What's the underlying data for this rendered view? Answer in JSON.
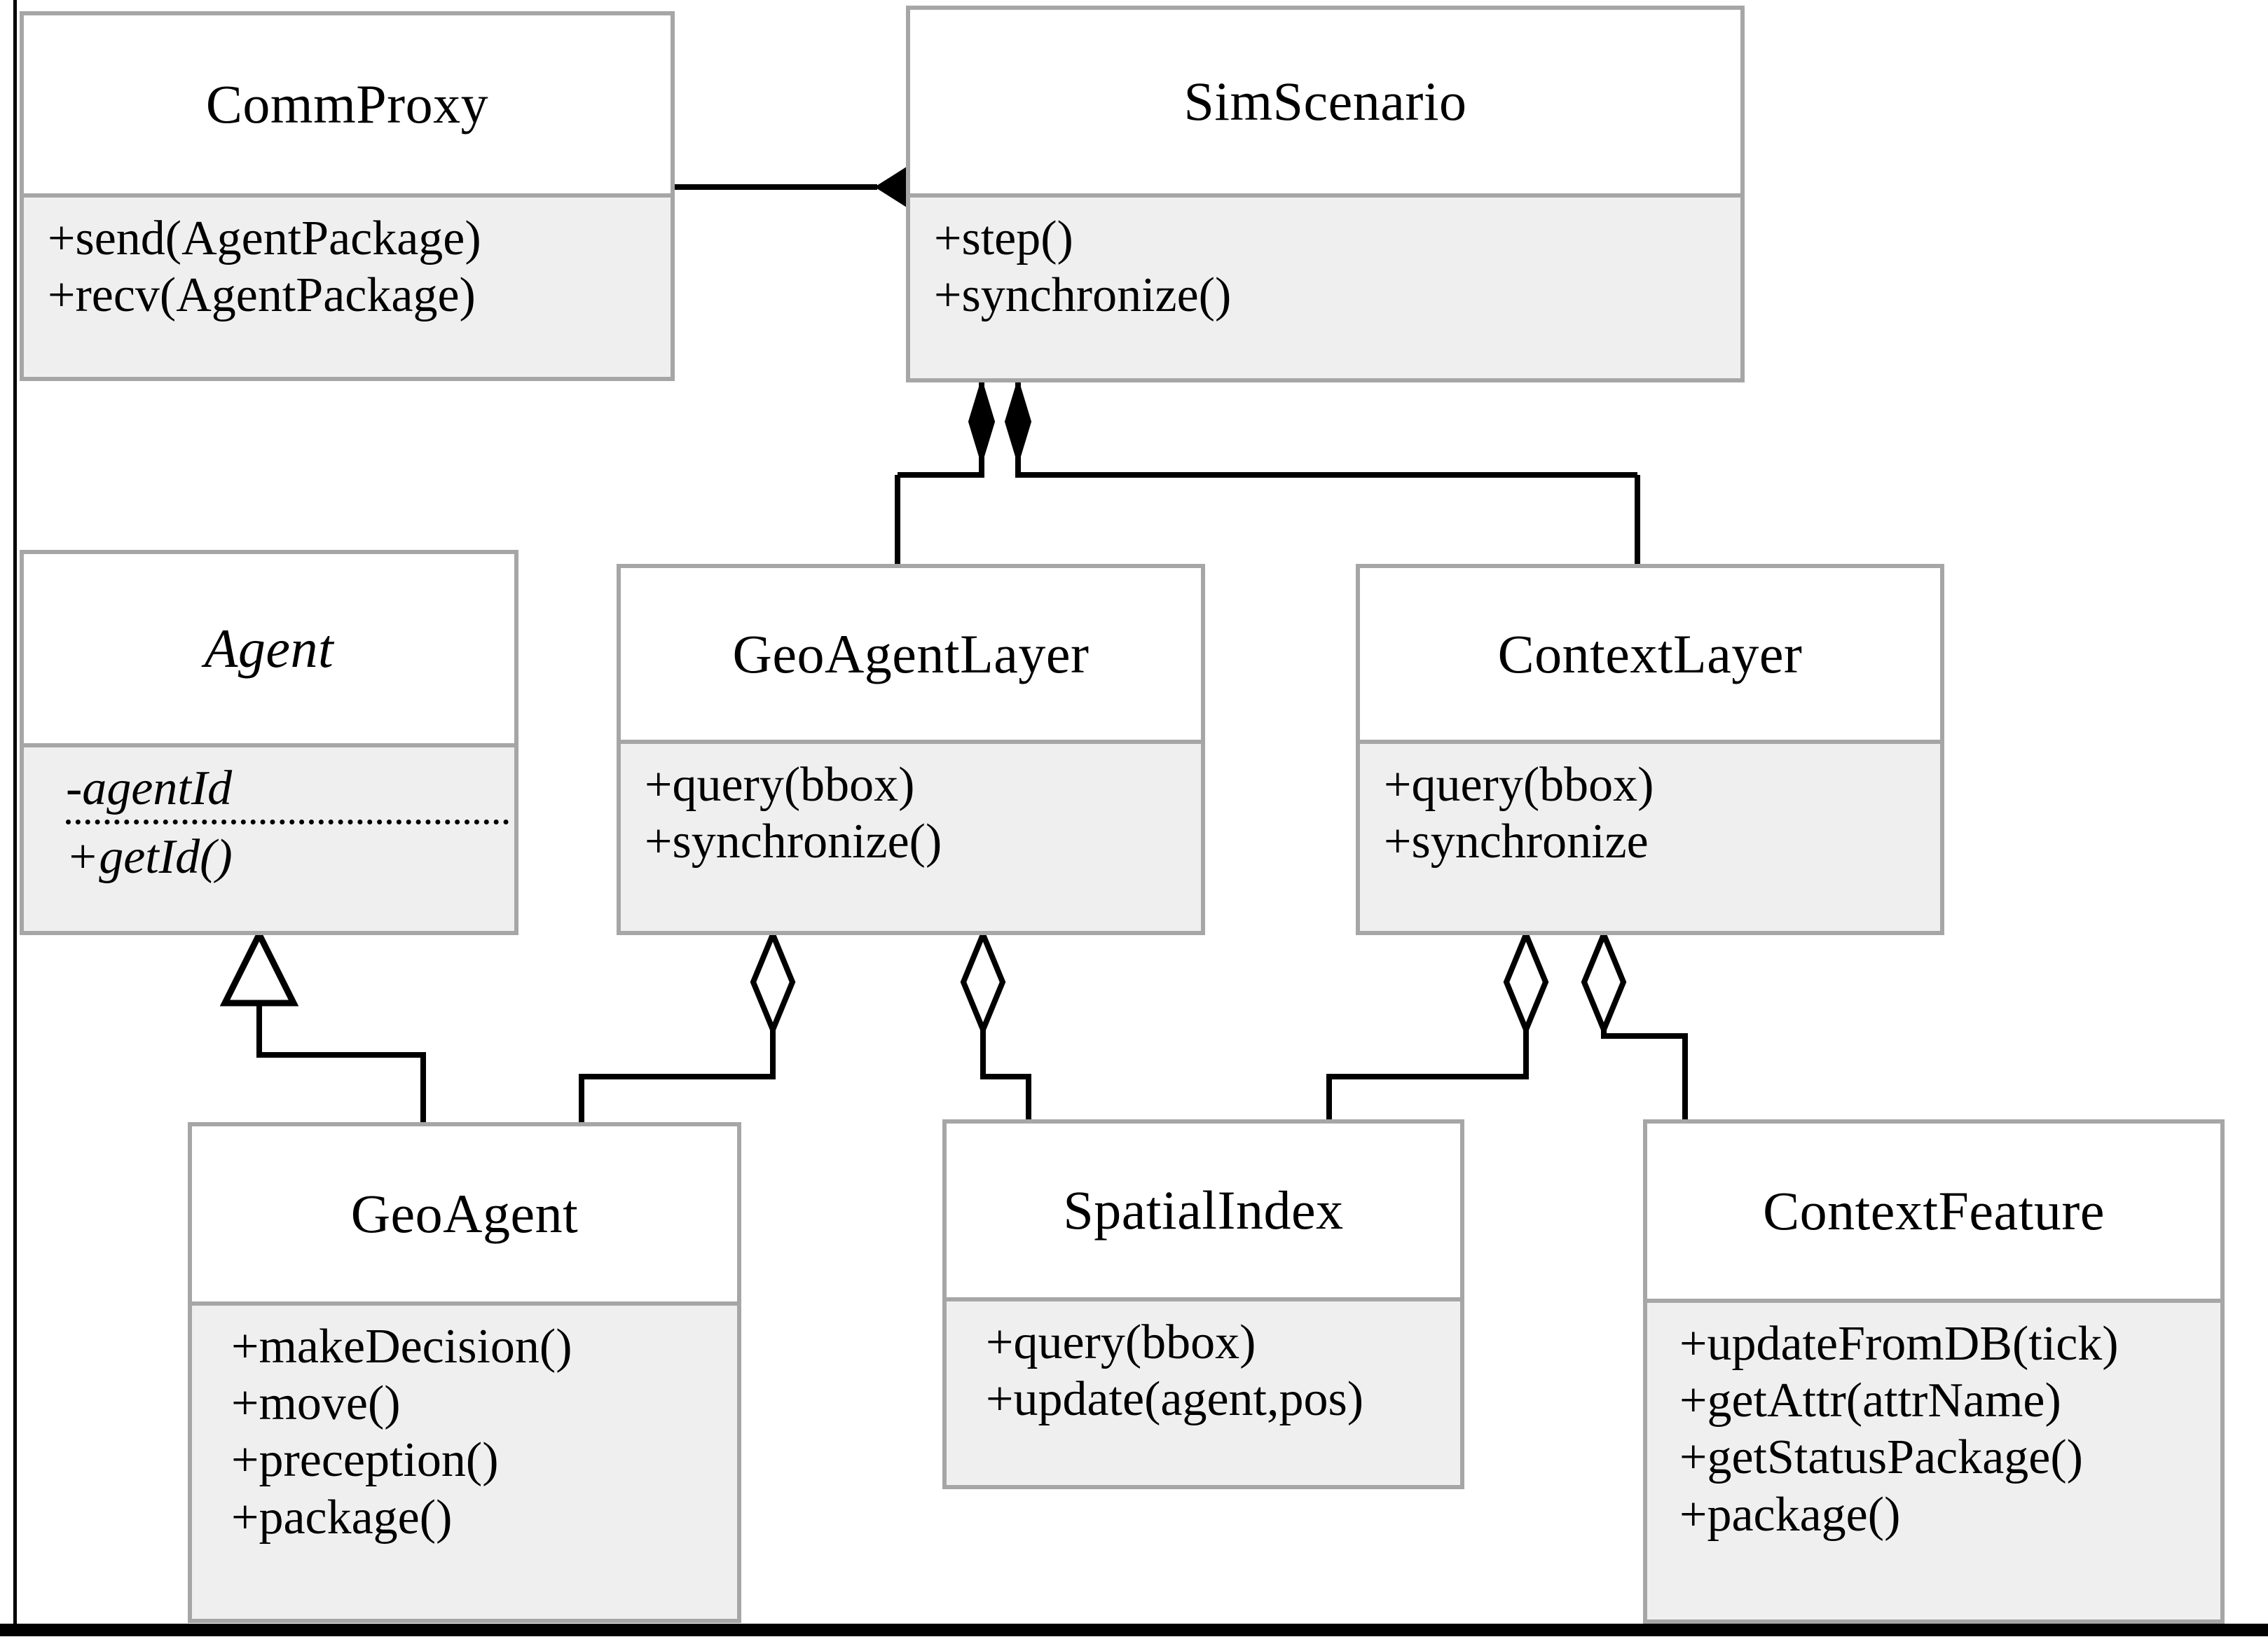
{
  "diagram": {
    "type": "uml-class-diagram",
    "title": "",
    "style": {
      "box_border_color": "#a6a6a6",
      "title_background": "#ffffff",
      "members_background": "#efefef",
      "line_color": "#000000",
      "page_background": "#ffffff"
    },
    "classes": [
      {
        "id": "comm-proxy",
        "name": "CommProxy",
        "abstract": false,
        "attributes": [],
        "operations": [
          "+send(AgentPackage)",
          "+recv(AgentPackage)"
        ]
      },
      {
        "id": "sim-scenario",
        "name": "SimScenario",
        "abstract": false,
        "attributes": [],
        "operations": [
          "+step()",
          "+synchronize()"
        ]
      },
      {
        "id": "agent",
        "name": "Agent",
        "abstract": true,
        "attributes": [
          "-agentId"
        ],
        "operations": [
          "+getId()"
        ]
      },
      {
        "id": "geo-agent-layer",
        "name": "GeoAgentLayer",
        "abstract": false,
        "attributes": [],
        "operations": [
          "+query(bbox)",
          "+synchronize()"
        ]
      },
      {
        "id": "context-layer",
        "name": "ContextLayer",
        "abstract": false,
        "attributes": [],
        "operations": [
          "+query(bbox)",
          "+synchronize"
        ]
      },
      {
        "id": "geo-agent",
        "name": "GeoAgent",
        "abstract": false,
        "attributes": [],
        "operations": [
          "+makeDecision()",
          "+move()",
          "+preception()",
          "+package()"
        ]
      },
      {
        "id": "spatial-index",
        "name": "SpatialIndex",
        "abstract": false,
        "attributes": [],
        "operations": [
          "+query(bbox)",
          "+update(agent,pos)"
        ]
      },
      {
        "id": "context-feature",
        "name": "ContextFeature",
        "abstract": false,
        "attributes": [],
        "operations": [
          "+updateFromDB(tick)",
          "+getAttr(attrName)",
          "+getStatusPackage()",
          "+package()"
        ]
      }
    ],
    "relationships": [
      {
        "id": "rel-commproxy-simscenario",
        "kind": "composition",
        "from": "sim-scenario",
        "to": "comm-proxy"
      },
      {
        "id": "rel-simscenario-geoagentlayer",
        "kind": "composition",
        "from": "sim-scenario",
        "to": "geo-agent-layer"
      },
      {
        "id": "rel-simscenario-contextlayer",
        "kind": "composition",
        "from": "sim-scenario",
        "to": "context-layer"
      },
      {
        "id": "rel-agent-geoagent",
        "kind": "generalization",
        "from": "geo-agent",
        "to": "agent"
      },
      {
        "id": "rel-geoagentlayer-geoagent",
        "kind": "aggregation",
        "from": "geo-agent-layer",
        "to": "geo-agent"
      },
      {
        "id": "rel-geoagentlayer-spatialindex",
        "kind": "aggregation",
        "from": "geo-agent-layer",
        "to": "spatial-index"
      },
      {
        "id": "rel-contextlayer-spatialindex",
        "kind": "aggregation",
        "from": "context-layer",
        "to": "spatial-index"
      },
      {
        "id": "rel-contextlayer-contextfeature",
        "kind": "aggregation",
        "from": "context-layer",
        "to": "context-feature"
      }
    ]
  }
}
